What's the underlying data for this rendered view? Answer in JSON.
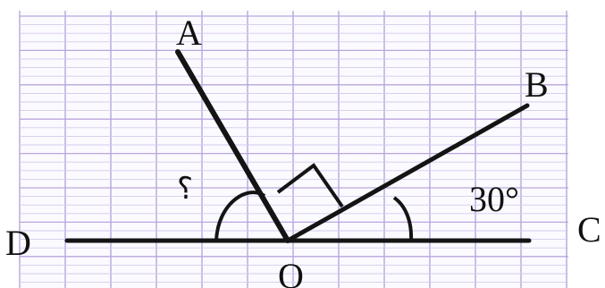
{
  "figure": {
    "points": {
      "A": "A",
      "B": "B",
      "C": "C",
      "D": "D",
      "O": "O"
    },
    "angle_label": "30°",
    "unknown_angle_label": "؟"
  },
  "colors": {
    "paper": "#ffffff",
    "grid_major": "#b9a6dd",
    "grid_minor": "#d6cbec",
    "ink": "#141414"
  }
}
